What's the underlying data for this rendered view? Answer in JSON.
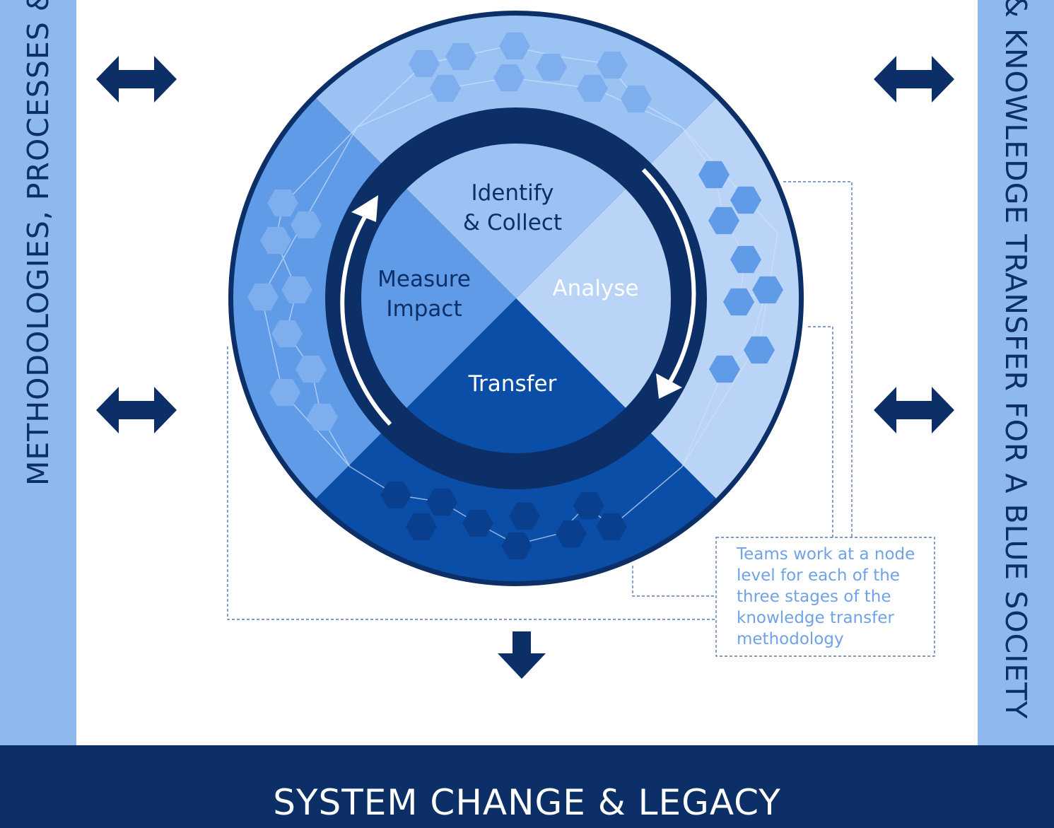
{
  "side_labels": {
    "left": "METHODOLOGIES, PROCESSES &",
    "right": "& KNOWLEDGE TRANSFER FOR A BLUE SOCIETY"
  },
  "cycle": {
    "stages": [
      {
        "id": "identify",
        "label": "Identify\n& Collect"
      },
      {
        "id": "analyse",
        "label": "Analyse"
      },
      {
        "id": "transfer",
        "label": "Transfer"
      },
      {
        "id": "measure",
        "label": "Measure\nImpact"
      }
    ]
  },
  "note": "Teams work at a node level for each of the three stages of the knowledge transfer methodology",
  "footer": {
    "title": "SYSTEM CHANGE & LEGACY"
  },
  "colors": {
    "navy": "#0b2f66",
    "band": "#8db9ee",
    "identify": "#9ac2f3",
    "analyse": "#b9d4f6",
    "transfer": "#0a4ea8",
    "measure": "#5f9be6"
  }
}
